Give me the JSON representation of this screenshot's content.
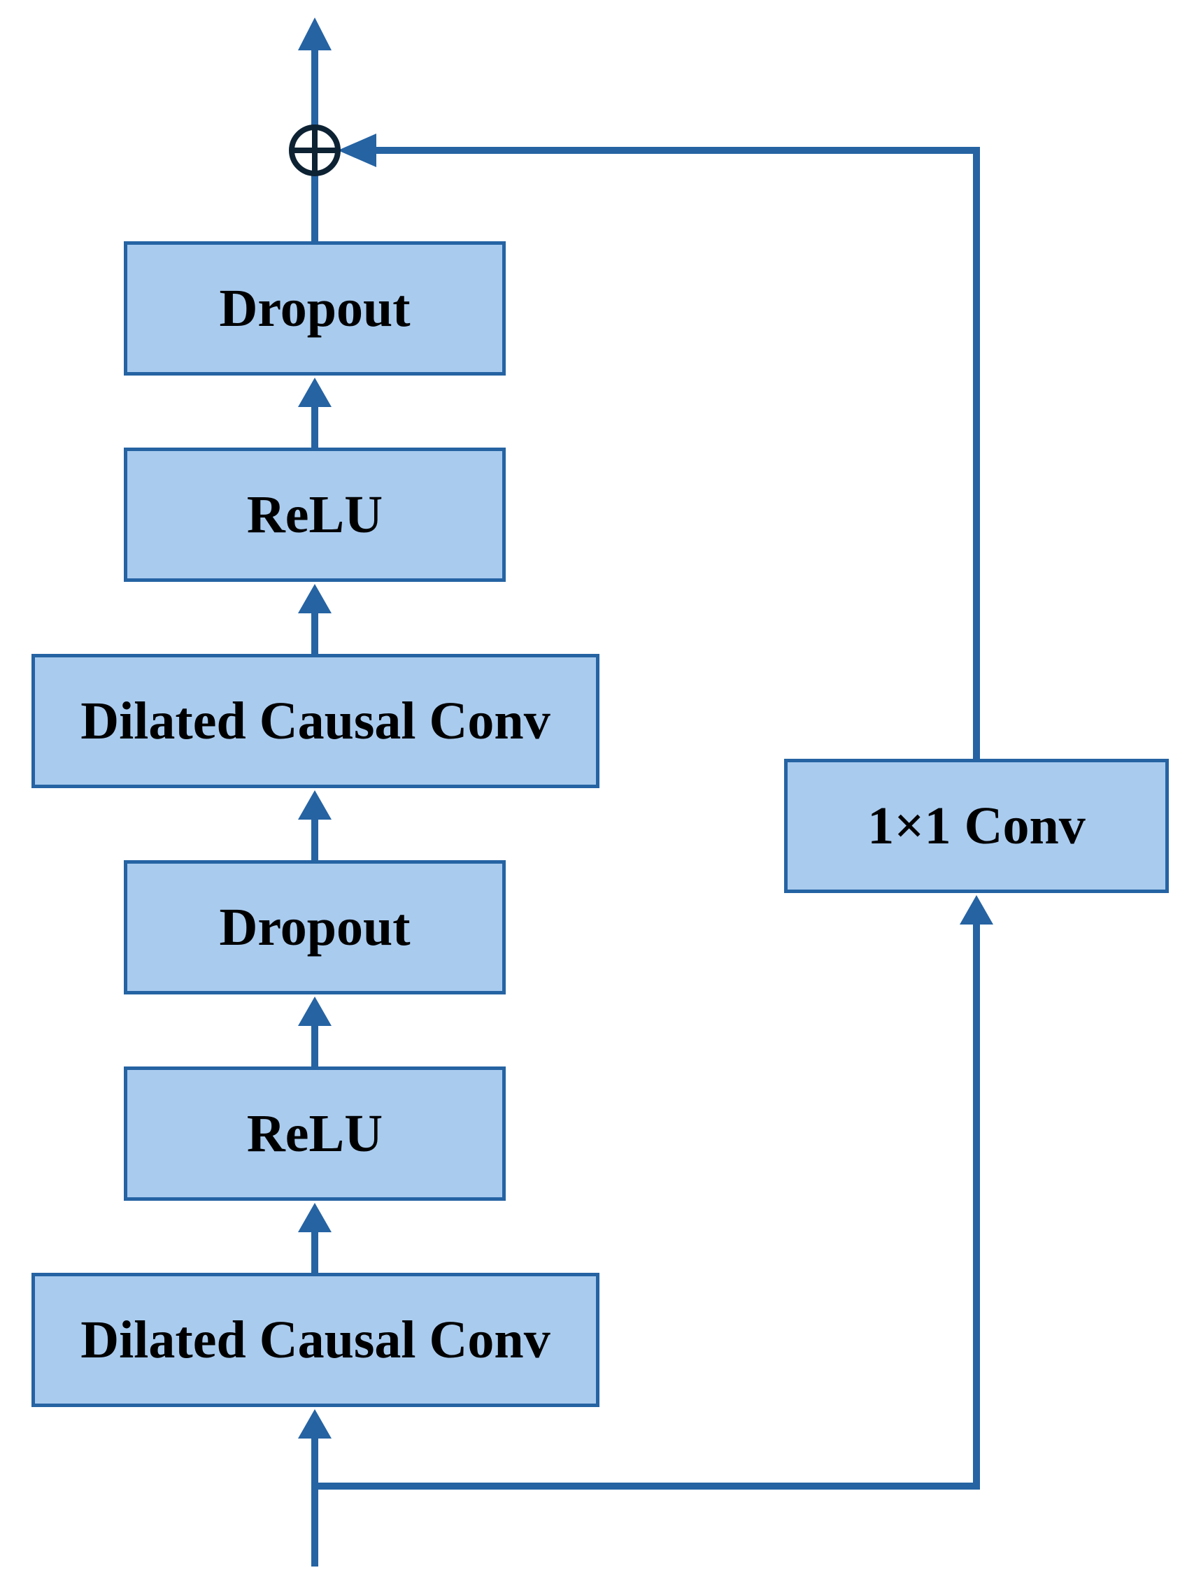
{
  "colors": {
    "line": "#2563a3",
    "block_fill": "#a9cbee",
    "block_border": "#2563a3",
    "text": "#000000",
    "sum_node": "#0d2233"
  },
  "blocks": {
    "dropout_top": "Dropout",
    "relu_top": "ReLU",
    "dilated_causal_conv_top": "Dilated Causal Conv",
    "dropout_bottom": "Dropout",
    "relu_bottom": "ReLU",
    "dilated_causal_conv_bottom": "Dilated Causal Conv",
    "conv_1x1": "1×1 Conv"
  },
  "icons": {
    "sum_node": "circled-plus-icon",
    "arrowhead": "arrow-up-icon"
  }
}
